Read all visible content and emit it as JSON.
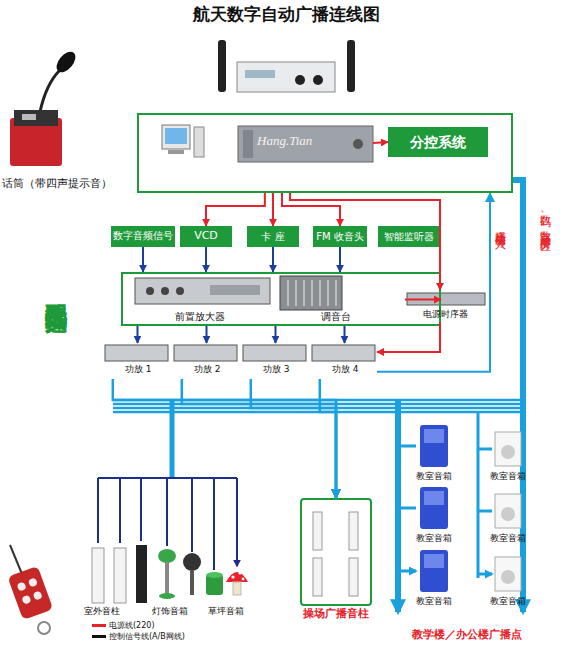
{
  "diagram": {
    "title": "航天数字自动广播连线图",
    "nodes": [
      {
        "text": [
          "Hang.Tian"
        ]
      },
      {
        "text": [
          "分控系统"
        ],
        "in": 0
      },
      {
        "text": [
          "数字音频信号"
        ]
      },
      {
        "text": [
          "VCD"
        ]
      },
      {
        "text": [
          "卡 座"
        ]
      },
      {
        "text": [
          "FM 收音头"
        ]
      },
      {
        "text": [
          "智能监听器"
        ]
      },
      {
        "text": [
          "前置放大器",
          "调音台"
        ]
      },
      {
        "text": [
          "电源时序器"
        ]
      },
      {
        "text": [
          "功放 1"
        ]
      },
      {
        "text": [
          "功放 2"
        ]
      },
      {
        "text": [
          "功放 3"
        ]
      },
      {
        "text": [
          "功放 4"
        ]
      },
      {
        "text": [
          "操场广播音柱"
        ]
      }
    ],
    "edges": [
      {
        "from": 0,
        "to": 1,
        "arrow": "to"
      },
      {
        "from": 0,
        "to": 3,
        "arrow": "to"
      },
      {
        "from": 0,
        "to": 4,
        "arrow": "to"
      },
      {
        "from": 0,
        "to": 5,
        "arrow": "to"
      },
      {
        "from": 0,
        "to": 8,
        "arrow": "to"
      },
      {
        "from": 8,
        "to": 7,
        "arrow": "to"
      },
      {
        "from": 8,
        "to": 12,
        "arrow": "to"
      },
      {
        "from": 2,
        "to": 7,
        "arrow": "to"
      },
      {
        "from": 3,
        "to": 7,
        "arrow": "to"
      },
      {
        "from": 4,
        "to": 7,
        "arrow": "to"
      },
      {
        "from": 5,
        "to": 7,
        "arrow": "to"
      },
      {
        "from": 7,
        "to": 9,
        "arrow": "to"
      },
      {
        "from": 7,
        "to": 10,
        "arrow": "to"
      },
      {
        "from": 7,
        "to": 11,
        "arrow": "to"
      },
      {
        "from": 7,
        "to": 12,
        "arrow": "to"
      },
      {
        "from": 9,
        "to": 13,
        "arrow": "to"
      },
      {
        "from": 10,
        "to": 13,
        "arrow": "to"
      },
      {
        "from": 11,
        "to": 13,
        "arrow": "to"
      },
      {
        "from": 12,
        "to": 13,
        "arrow": "to"
      },
      {
        "from": 12,
        "to": 0,
        "arrow": "to"
      }
    ],
    "labels": [
      "话筒（带四声提示音）",
      "选配远程无线遥控",
      "广播功放信号导入",
      "数码、数字自动广播分区",
      "室外音柱",
      "灯饰音箱",
      "草坪音箱",
      "教室音箱",
      "教室音箱",
      "教室音箱",
      "教室音箱",
      "教室音箱",
      "教室音箱",
      "教学楼／办公楼广播点"
    ],
    "legend": [
      {
        "text": "电源线(220)",
        "color": "#e8222a"
      },
      {
        "text": "控制信号线(A/B网线)",
        "color": "#111111"
      }
    ]
  }
}
